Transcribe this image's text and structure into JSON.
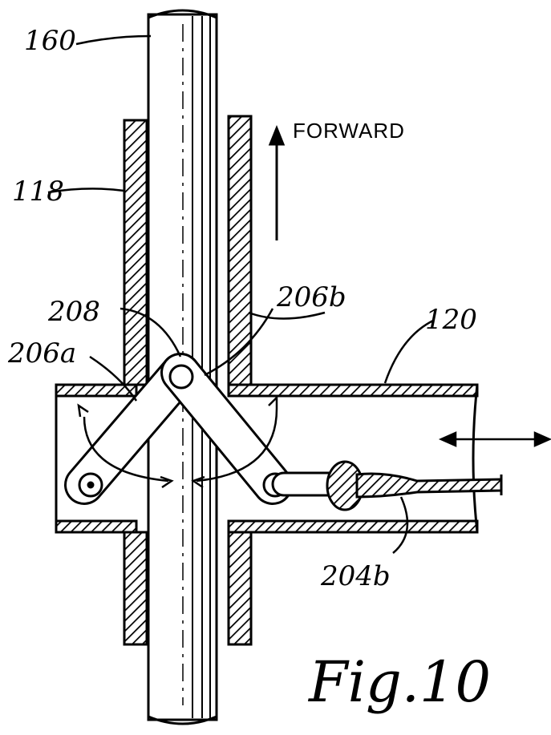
{
  "labels": {
    "rod": "160",
    "sleeve": "118",
    "crosstube": "120",
    "pivot": "208",
    "link_a": "206a",
    "link_b": "206b",
    "cable": "204b",
    "direction": "FORWARD",
    "figure": "Fig.10"
  },
  "colors": {
    "ink": "#000000",
    "paper": "#ffffff"
  }
}
